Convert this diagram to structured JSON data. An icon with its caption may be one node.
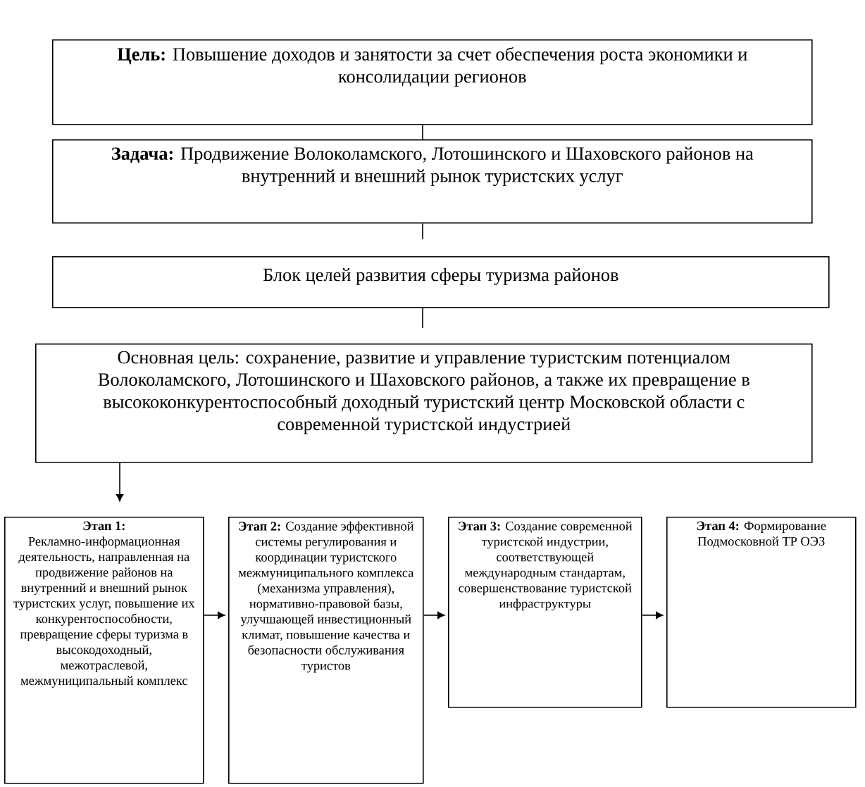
{
  "diagram": {
    "nodes": [
      {
        "text": [
          "**Цель:** Повышение доходов и занятости за счет обеспечения роста экономики и консолидации регионов"
        ]
      },
      {
        "text": [
          "**Задача:** Продвижение Волоколамского, Лотошинского и Шаховского районов на внутренний и внешний рынок туристских услуг"
        ]
      },
      {
        "text": [
          "Блок целей развития сферы туризма районов"
        ]
      },
      {
        "text": [
          "Основная цель: сохранение, развитие и управление туристским потенциалом Волоколамского, Лотошинского и Шаховского районов, а также их превращение в высококонкурентоспособный доходный туристский центр Московской области с современной туристской индустрией"
        ]
      },
      {
        "text": [
          "**Этап 1:** Рекламно-информационная деятельность, направленная на продвижение районов на внутренний и внешний рынок туристских услуг, повышение их конкурентоспособности, превращение сферы туризма в высокодоходный, межотраслевой, межмуниципальный комплекс"
        ]
      },
      {
        "text": [
          "**Этап 2:** Создание эффективной системы регулирования и координации туристского межмуниципального комплекса (механизма управления), нормативно-правовой базы, улучшающей инвестиционный климат, повышение качества и безопасности обслуживания туристов"
        ]
      },
      {
        "text": [
          "**Этап 3:** Создание современной туристской индустрии, соответствующей международным стандартам, совершенствование туристской инфраструктуры"
        ]
      },
      {
        "text": [
          "**Этап 4:** Формирование Подмосковной ТР ОЭЗ"
        ]
      }
    ],
    "edges": [
      {
        "from": 0,
        "to": 1,
        "arrow": "none"
      },
      {
        "from": 1,
        "to": 2,
        "arrow": "none"
      },
      {
        "from": 2,
        "to": 3,
        "arrow": "none"
      },
      {
        "from": 3,
        "to": 4,
        "arrow": "to"
      },
      {
        "from": 4,
        "to": 5,
        "arrow": "to"
      },
      {
        "from": 5,
        "to": 6,
        "arrow": "to"
      },
      {
        "from": 6,
        "to": 7,
        "arrow": "to"
      }
    ]
  }
}
